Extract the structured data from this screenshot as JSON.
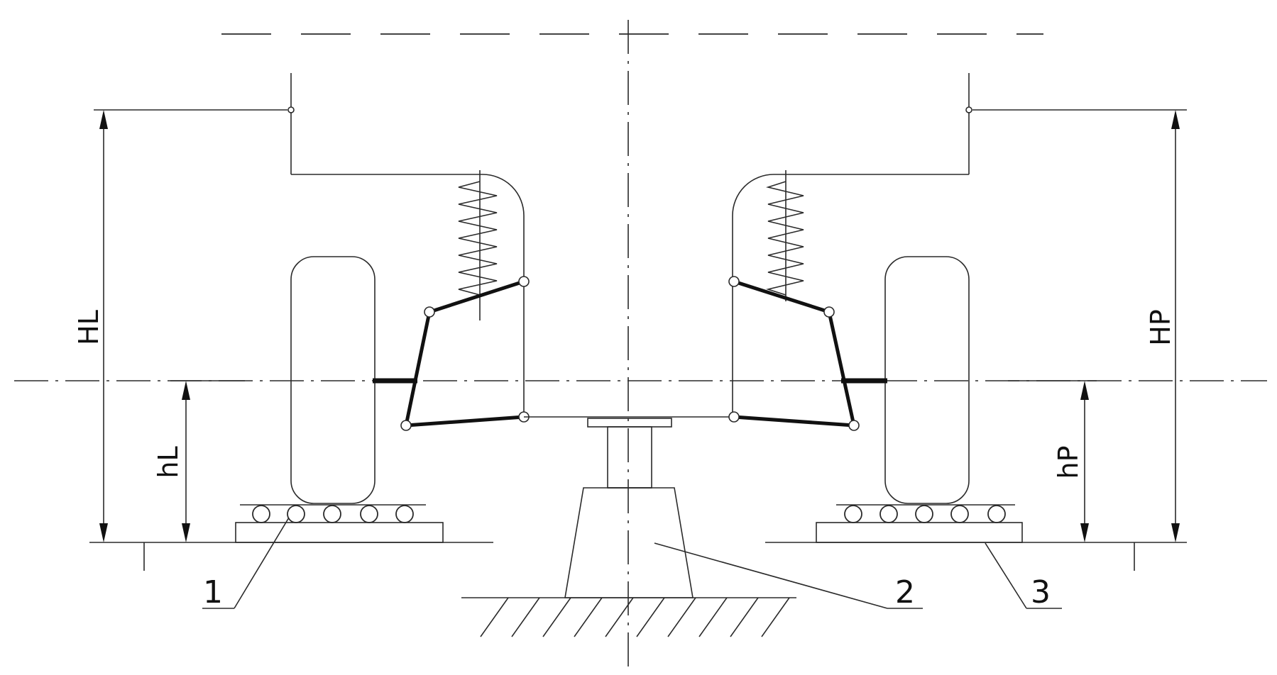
{
  "labels": {
    "HL": "HL",
    "hL": "hL",
    "HP": "HP",
    "hP": "hP",
    "callout_1": "1",
    "callout_2": "2",
    "callout_3": "3"
  }
}
